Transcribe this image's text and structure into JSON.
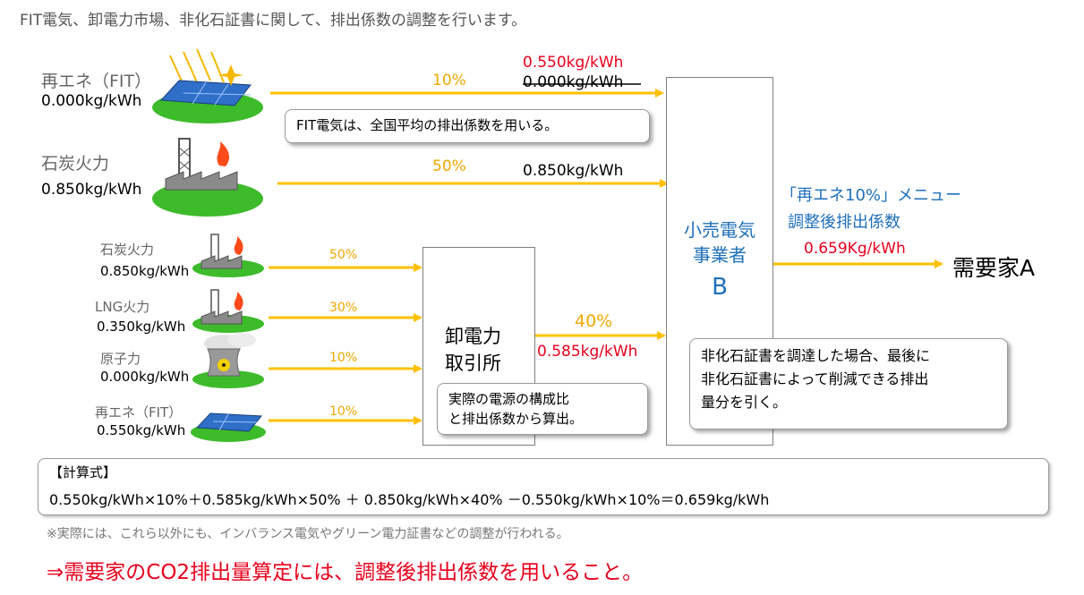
{
  "header": "FIT電気、卸電力市場、非化石証書に関して、排出係数の調整を行います。",
  "top_sources": [
    {
      "name": "再エネ（FIT）",
      "value": "0.000kg/kWh",
      "pct": "10%",
      "arrow_label_new": "0.550kg/kWh",
      "arrow_label_old": "0.000kg/kWh"
    },
    {
      "name": "石炭火力",
      "value": "0.850kg/kWh",
      "pct": "50%",
      "arrow_label": "0.850kg/kWh"
    }
  ],
  "market_sources": [
    {
      "name": "石炭火力",
      "value": "0.850kg/kWh",
      "pct": "50%"
    },
    {
      "name": "LNG火力",
      "value": "0.350kg/kWh",
      "pct": "30%"
    },
    {
      "name": "原子力",
      "value": "0.000kg/kWh",
      "pct": "10%"
    },
    {
      "name": "再エネ（FIT）",
      "value": "0.550kg/kWh",
      "pct": "10%"
    }
  ],
  "market": {
    "line1": "卸電力",
    "line2": "取引所",
    "pct": "40%",
    "value": "0.585kg/kWh"
  },
  "retailer": {
    "line1": "小売電気",
    "line2": "事業者",
    "line3": "B"
  },
  "menu": {
    "line1": "「再エネ10%」メニュー",
    "line2": "調整後排出係数",
    "value": "0.659Kg/kWh"
  },
  "consumer": "需要家A",
  "callouts": {
    "fit": "FIT電気は、全国平均の排出係数を用いる。",
    "market_line1": "実際の電源の構成比",
    "market_line2": "と排出係数から算出。",
    "cert_line1": "非化石証書を調達した場合、最後に",
    "cert_line2": "非化石証書によって削減できる排出",
    "cert_line3": "量分を引く。"
  },
  "formula": {
    "title": "【計算式】",
    "body": "0.550kg/kWh×10%＋0.585kg/kWh×50% ＋ 0.850kg/kWh×40% －0.550kg/kWh×10%＝0.659kg/kWh"
  },
  "note": "※実際には、これら以外にも、インバランス電気やグリーン電力証書などの調整が行われる。",
  "conclusion": "⇒需要家のCO2排出量算定には、調整後排出係数を用いること。",
  "colors": {
    "arrow": "#ffc000",
    "red": "#e8001c",
    "blue": "#1e6fba"
  }
}
